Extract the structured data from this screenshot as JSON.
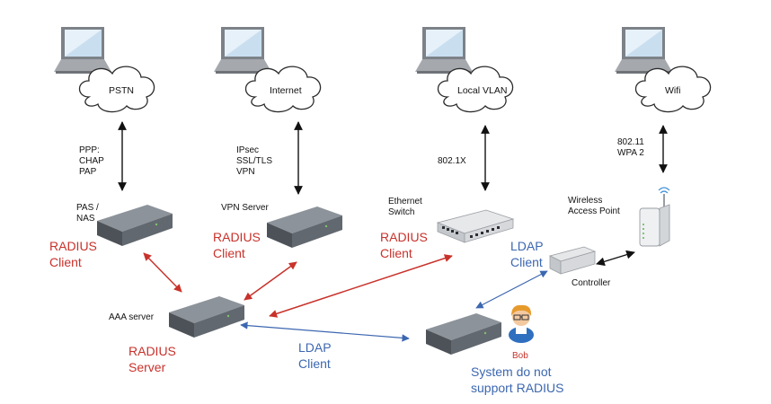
{
  "networks": {
    "pstn": "PSTN",
    "internet": "Internet",
    "local_vlan": "Local VLAN",
    "wifi": "Wifi"
  },
  "protocols": {
    "pstn": [
      "PPP:",
      "CHAP",
      "PAP"
    ],
    "internet": [
      "IPsec",
      "SSL/TLS",
      "VPN"
    ],
    "local_vlan": [
      "802.1X"
    ],
    "wifi": [
      "802.11",
      "WPA 2"
    ]
  },
  "devices": {
    "pas_nas": [
      "PAS /",
      "NAS"
    ],
    "vpn_server": "VPN Server",
    "ethernet_switch": [
      "Ethernet",
      "Switch"
    ],
    "wireless_ap": [
      "Wireless",
      "Access Point"
    ],
    "controller": "Controller",
    "aaa_server": "AAA server",
    "bob": "Bob"
  },
  "roles": {
    "radius_client": [
      "RADIUS",
      "Client"
    ],
    "radius_server": [
      "RADIUS",
      "Server"
    ],
    "ldap_client": [
      "LDAP",
      "Client"
    ],
    "no_radius": [
      "System do not",
      "support RADIUS"
    ]
  },
  "colors": {
    "radius": "#c8322b",
    "ldap": "#3c67b0",
    "link": "#111111",
    "server": "#5a5f66"
  }
}
